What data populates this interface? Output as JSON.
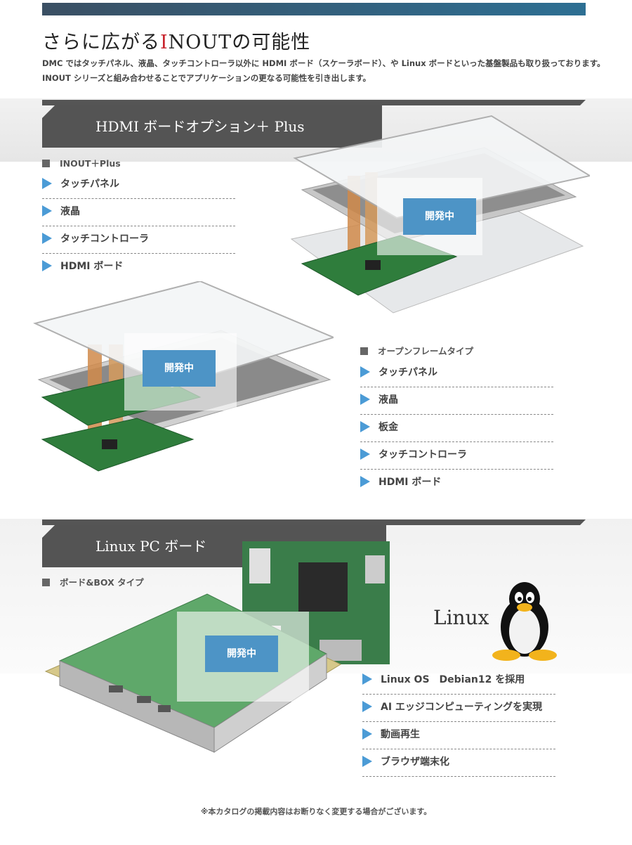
{
  "page": {
    "title_prefix": "さらに広がる",
    "title_accent": "I",
    "title_suffix": "NOUTの可能性",
    "intro_line1": "DMC ではタッチパネル、液晶、タッチコントローラ以外に HDMI ボード（スケーラボード）、や Linux ボードといった基盤製品も取り扱っております。",
    "intro_line2": "INOUT シリーズと組み合わせることでアプリケーションの更なる可能性を引き出します。"
  },
  "section_hdmi": {
    "header": "HDMI ボードオプション＋ Plus",
    "list1_title": "INOUT＋Plus",
    "list1": [
      "タッチパネル",
      "液晶",
      "タッチコントローラ",
      "HDMI ボード"
    ],
    "list2_title": "オープンフレームタイプ",
    "list2": [
      "タッチパネル",
      "液晶",
      "板金",
      "タッチコントローラ",
      "HDMI ボード"
    ],
    "badge_text": "開発中"
  },
  "section_linux": {
    "header": "Linux PC ボード",
    "sub_title": "ボード&BOX タイプ",
    "logo_text": "Linux",
    "features": [
      "Linux OS　Debian12 を採用",
      "AI エッジコンピューティングを実現",
      "動画再生",
      "ブラウザ端末化"
    ],
    "badge_text": "開発中"
  },
  "footer": {
    "note": "※本カタログの掲載内容はお断りなく変更する場合がございます。"
  },
  "colors": {
    "accent_red": "#c8232c",
    "badge_blue": "#4d94c6",
    "triangle_blue": "#4b9bd6",
    "header_gray": "#545454",
    "pcb_green": "#2f7d3c"
  }
}
